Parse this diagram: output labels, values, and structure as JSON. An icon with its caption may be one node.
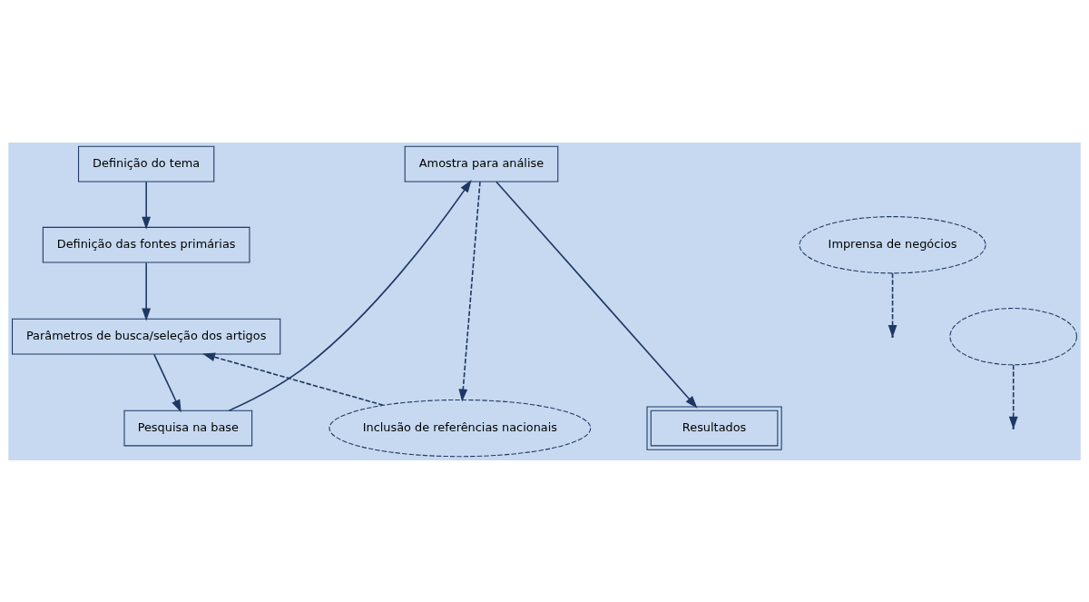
{
  "diagram": {
    "nodes": [
      {
        "text": [
          "Definição do tema"
        ]
      },
      {
        "text": [
          "Definição das fontes primárias"
        ]
      },
      {
        "text": [
          "Parâmetros de busca/seleção dos artigos"
        ]
      },
      {
        "text": [
          "Pesquisa na base"
        ]
      },
      {
        "text": [
          "Amostra para análise"
        ]
      },
      {
        "text": [
          "Imprensa de negócios"
        ]
      },
      {
        "text": [],
        "shape": "ellipse"
      },
      {
        "text": [
          "Inclusão de referências nacionais"
        ]
      },
      {
        "text": [
          "Resultados"
        ]
      }
    ],
    "edges": [
      {
        "from": 0,
        "to": 1,
        "arrow": "to"
      },
      {
        "from": 1,
        "to": 2,
        "arrow": "to"
      },
      {
        "from": 2,
        "to": 3,
        "arrow": "to"
      },
      {
        "from": 3,
        "to": 4,
        "arrow": "to"
      },
      {
        "from": 4,
        "to": 8,
        "arrow": "to"
      },
      {
        "from": 4,
        "to": 7,
        "arrow": "to",
        "style": "dashed"
      },
      {
        "from": 7,
        "to": 2,
        "arrow": "to",
        "style": "dashed"
      },
      {
        "from": 5,
        "to": null,
        "arrow": "to",
        "style": "dashed"
      },
      {
        "from": 6,
        "to": null,
        "arrow": "to",
        "style": "dashed"
      }
    ]
  }
}
